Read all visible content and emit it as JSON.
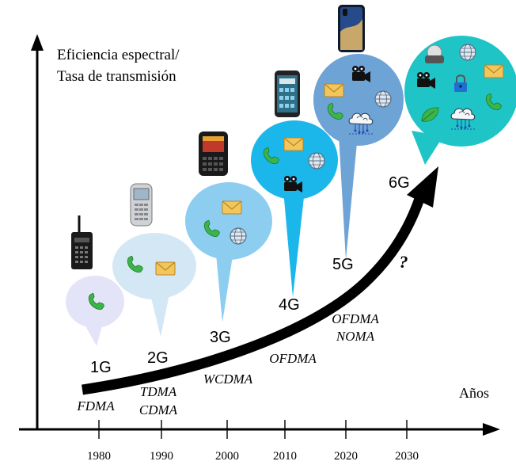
{
  "axes": {
    "y_label_line1": "Eficiencia espectral/",
    "y_label_line2": "Tasa de transmisión",
    "x_label": "Años",
    "years": [
      "1980",
      "1990",
      "2000",
      "2010",
      "2020",
      "2030"
    ]
  },
  "generations": [
    {
      "label": "1G",
      "access": [
        "FDMA"
      ]
    },
    {
      "label": "2G",
      "access": [
        "TDMA",
        "CDMA"
      ]
    },
    {
      "label": "3G",
      "access": [
        "WCDMA"
      ]
    },
    {
      "label": "4G",
      "access": [
        "OFDMA"
      ]
    },
    {
      "label": "5G",
      "access": [
        "OFDMA",
        "NOMA"
      ]
    },
    {
      "label": "6G",
      "access": [
        "?"
      ]
    }
  ],
  "colors": {
    "axis": "#000000",
    "arrow": "#000000",
    "bubble_1g": "#e4e4f8",
    "bubble_2g": "#d3e8f4",
    "bubble_3g": "#8ccdf0",
    "bubble_4g": "#1bb6ea",
    "bubble_5g": "#6ea3d6",
    "bubble_6g": "#1fc4c6",
    "phone_icon": "#3bb54a",
    "envelope_icon": "#f2c65a"
  },
  "icons": [
    "phone-handset-icon",
    "envelope-icon",
    "globe-icon",
    "video-camera-icon",
    "cloud-ai-icon",
    "padlock-icon",
    "leaf-icon",
    "vr-headset-icon",
    "mobile-phone-icon"
  ]
}
